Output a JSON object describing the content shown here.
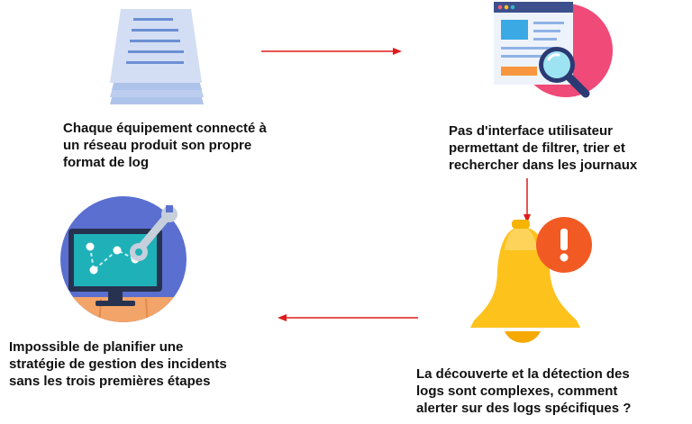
{
  "steps": [
    {
      "text": "Chaque équipement connecté à un réseau produit son propre format de log",
      "icon": "log-stack-icon"
    },
    {
      "text": "Pas d'interface utilisateur permettant de filtrer, trier et rechercher dans les journaux",
      "icon": "search-interface-icon"
    },
    {
      "text": "La découverte et la détection des logs sont complexes, comment alerter sur des logs spécifiques ?",
      "icon": "alert-bell-icon"
    },
    {
      "text": "Impossible de planifier une stratégie de gestion des incidents sans les trois premières étapes",
      "icon": "monitor-wrench-icon"
    }
  ],
  "colors": {
    "arrow": "#e01b1b",
    "text": "#111111",
    "paper": "#c9d6ef",
    "paper_lines": "#6b8fd4",
    "pink_circle": "#ef4a78",
    "bell": "#fdc21c",
    "alert_circle": "#f25a24",
    "blue_circle": "#5a6fd0",
    "screen": "#1fb1b8",
    "floor": "#f3a468"
  }
}
